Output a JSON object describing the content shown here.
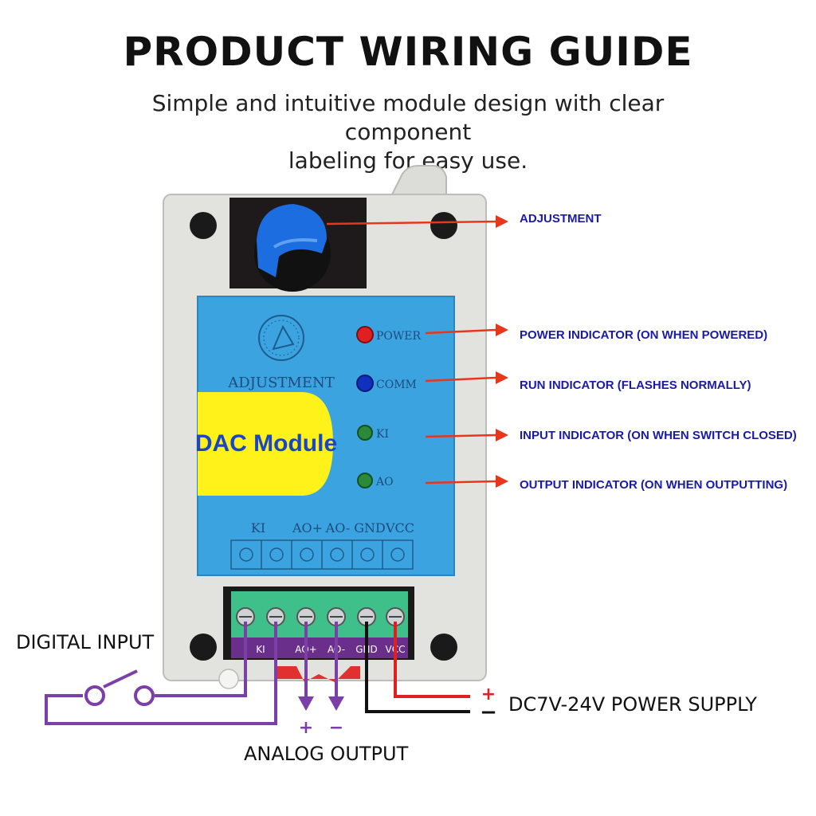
{
  "title": "PRODUCT WIRING GUIDE",
  "subtitle_line1": "Simple and intuitive module design with clear component",
  "subtitle_line2": "labeling for easy use.",
  "module": {
    "name": "DAC Module",
    "adjust_label": "ADJUSTMENT",
    "leds": [
      {
        "label": "POWER",
        "color": "#e02020"
      },
      {
        "label": "COMM",
        "color": "#1030c0"
      },
      {
        "label": "KI",
        "color": "#2a8a3a"
      },
      {
        "label": "AO",
        "color": "#2a8a3a"
      }
    ],
    "port_labels": [
      "KI",
      "AO+",
      "AO-",
      "GND",
      "VCC"
    ],
    "terminal_labels": [
      "KI",
      "AO+",
      "AO-",
      "GND",
      "VCC"
    ]
  },
  "callouts": {
    "adjustment": "ADJUSTMENT",
    "power_indicator": "POWER INDICATOR (ON WHEN POWERED)",
    "run_indicator": "RUN INDICATOR (FLASHES NORMALLY)",
    "input_indicator": "INPUT INDICATOR (ON WHEN SWITCH CLOSED)",
    "output_indicator": "OUTPUT INDICATOR (ON WHEN OUTPUTTING)"
  },
  "wiring": {
    "digital_input": "DIGITAL INPUT",
    "analog_output": "ANALOG OUTPUT",
    "power_supply": "DC7V-24V POWER SUPPLY",
    "plus": "+",
    "minus": "−"
  },
  "colors": {
    "arrow": "#e8361a",
    "callout_text": "#1a1aa8",
    "case": "#e2e3df",
    "panel": "#3ba3e0",
    "badge": "#fff21a",
    "badge_text": "#1946c8",
    "terminal": "#3fbf8a",
    "digital_wire": "#7b3fa8",
    "analog_wire": "#7b3fa8",
    "gnd_wire": "#111111",
    "vcc_wire": "#e02020"
  }
}
